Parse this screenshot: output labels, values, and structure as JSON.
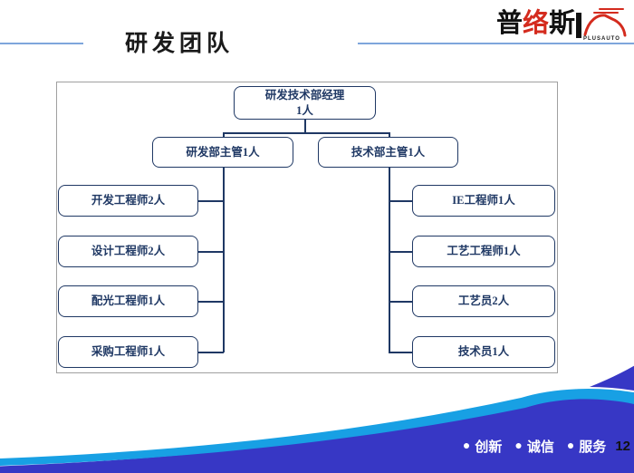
{
  "slide": {
    "title": "研发团队",
    "page_number": "12"
  },
  "logo": {
    "char1": "普",
    "char2": "络",
    "char3": "斯",
    "subtext": "PLUSAUTO"
  },
  "org_chart": {
    "root_line1": "研发技术部经理",
    "root_line2": "1人",
    "managers": {
      "left": "研发部主管1人",
      "right": "技术部主管1人"
    },
    "left_branch": [
      "开发工程师2人",
      "设计工程师2人",
      "配光工程师1人",
      "采购工程师1人"
    ],
    "right_branch": [
      "IE工程师1人",
      "工艺工程师1人",
      "工艺员2人",
      "技术员1人"
    ]
  },
  "footer": {
    "bullet": "●",
    "items": [
      "创新",
      "诚信",
      "服务"
    ]
  },
  "colors": {
    "accent_navy": "#1f3864",
    "header_line_blue": "#7ea6dc",
    "logo_red": "#d42b1e",
    "footer_dark_blue": "#3737c5",
    "footer_cyan": "#18a0e4",
    "frame_gray": "#a0a0a0"
  }
}
